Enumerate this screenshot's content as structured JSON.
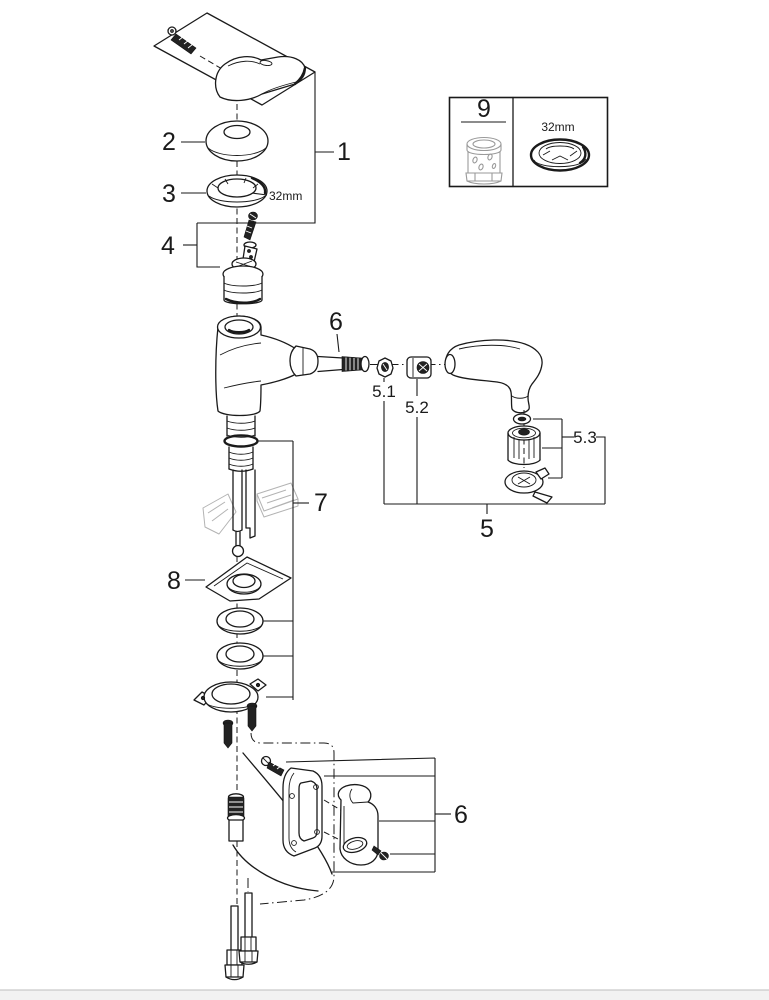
{
  "diagram": {
    "kind": "exploded-view technical parts diagram",
    "subject": "single-lever kitchen mixer faucet with pull-out spray",
    "line_color": "#1a1a1a",
    "sketch_color": "#b3b3b3",
    "callouts": {
      "handle_group": "1",
      "cap": "2",
      "ring_nut": "3",
      "ring_nut_size": "32mm",
      "cartridge_group": "4",
      "spray_group": "5",
      "spray_nut": "5.1",
      "spray_coupling": "5.2",
      "mousseur_group": "5.3",
      "hose_coupling": "6",
      "holder_group": "6",
      "fixing_group": "7",
      "support_bracket": "8",
      "tools_box": "9",
      "tool_size": "32mm"
    }
  }
}
